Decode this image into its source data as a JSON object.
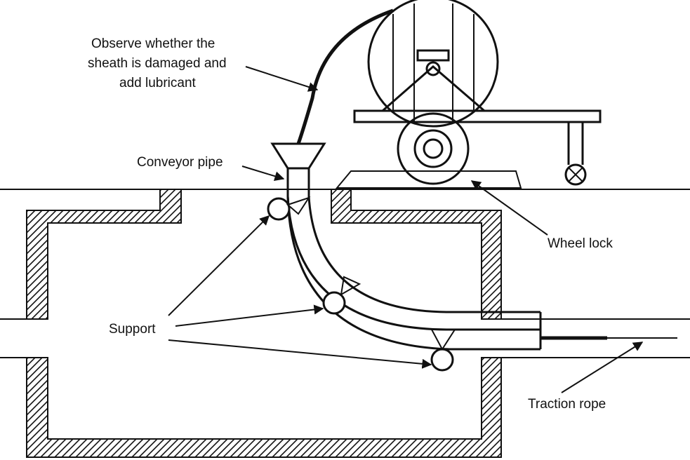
{
  "labels": {
    "sheath_line1": "Observe whether the",
    "sheath_line2": "sheath is damaged and",
    "sheath_line3": "add lubricant",
    "conveyor": "Conveyor pipe",
    "wheel_lock": "Wheel lock",
    "support": "Support",
    "traction": "Traction rope"
  },
  "colors": {
    "ink": "#111111",
    "background": "#ffffff"
  }
}
